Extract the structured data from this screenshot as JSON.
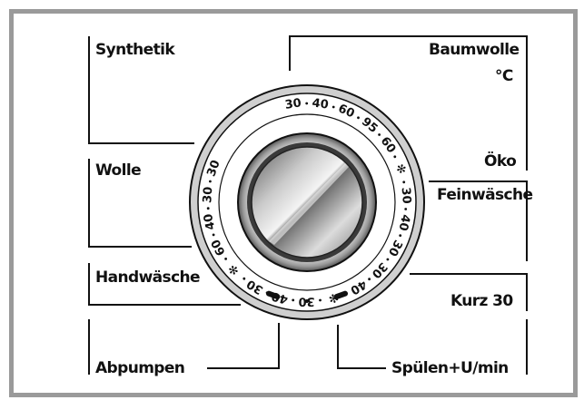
{
  "programs": {
    "left": [
      "Synthetik",
      "Wolle",
      "Handwäsche",
      "Abpumpen"
    ],
    "right": [
      "Baumwolle",
      "°C",
      "Öko",
      "Feinwäsche",
      "Kurz 30",
      "Spülen+U/min"
    ]
  },
  "dial": {
    "markings": [
      "30",
      "40",
      "60",
      "95",
      "60",
      "✻",
      "30",
      "40",
      "30",
      "30",
      "40",
      "✻",
      "30",
      "40",
      "30",
      "✻",
      "60",
      "40",
      "30",
      "30"
    ]
  },
  "colors": {
    "frame": "#9a9a9a",
    "ink": "#111111",
    "knob_light": "#f2f2f2",
    "knob_dark": "#555555"
  }
}
